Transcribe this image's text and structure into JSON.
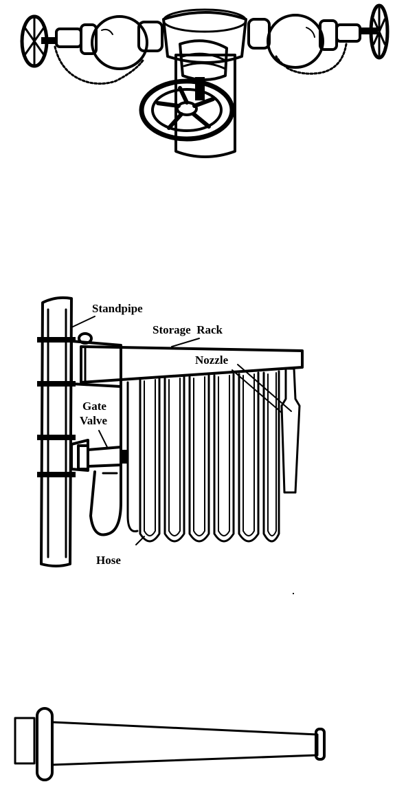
{
  "figures": {
    "connection": {
      "icon": "siamese-fire-department-connection-icon"
    },
    "rack": {
      "icon": "standpipe-hose-rack-icon",
      "labels": {
        "standpipe": "Standpipe",
        "storage_rack": "Storage  Rack",
        "nozzle": "Nozzle",
        "gate": "Gate",
        "valve": "Valve",
        "hose": "Hose"
      }
    },
    "nozzle": {
      "icon": "hose-nozzle-icon"
    }
  },
  "colors": {
    "ink": "#000000",
    "paper": "#ffffff"
  }
}
